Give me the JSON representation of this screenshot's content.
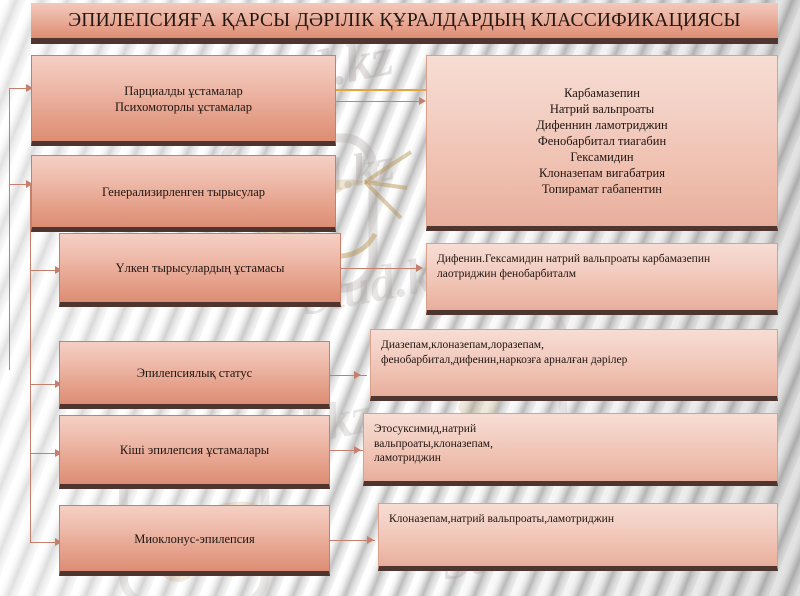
{
  "slide": {
    "title": "ЭПИЛЕПСИЯҒА ҚАРСЫ ДӘРІЛІК ҚҰРАЛДАРДЫҢ КЛАССИФИКАЦИЯСЫ",
    "watermark": {
      "line1": "Stud.kz",
      "line2": "kz - Stud.kz",
      "line3": "Stud.kz",
      "line4": "Stud.kz",
      "line5": "Stud.kz"
    },
    "colors": {
      "box_top": "#f5cfc4",
      "box_bottom": "#dd8d74",
      "box_base_border": "#4f3530",
      "connector": "#c4806c",
      "accent_orange": "#e8a33a",
      "title_text": "#231712"
    }
  },
  "conditions": [
    {
      "id": "partial-seizures",
      "label": "Парциалды ұстамалар\nПсихомоторлы ұстамалар"
    },
    {
      "id": "generalized-seizures",
      "label": "Генерализирленген тырысулар"
    },
    {
      "id": "grand-mal",
      "label": "Үлкен тырысулардың ұстамасы"
    },
    {
      "id": "status-epilepticus",
      "label": "Эпилепсиялық статус"
    },
    {
      "id": "petit-mal",
      "label": "Кіші эпилепсия ұстамалары"
    },
    {
      "id": "myoclonus-epilepsy",
      "label": "Миоклонус-эпилепсия"
    }
  ],
  "treatments": [
    {
      "id": "drugs-partial-generalized",
      "label": "Карбамазепин\nНатрий вальпроаты\nДифеннин ламотриджин\nФенобарбитал тиагабин\nГексамидин\nКлоназепам вигабатрия\nТопирамат габапентин"
    },
    {
      "id": "drugs-grand-mal",
      "label": "Дифенин.Гексамидин натрий вальпроаты карбамазепин\nлаотриджин фенобарбиталм"
    },
    {
      "id": "drugs-status-epilepticus",
      "label": "Диазепам,клоназепам,лоразепам,\nфенобарбитал,дифенин,наркозға арналған дәрілер"
    },
    {
      "id": "drugs-petit-mal",
      "label": "Этосуксимид,натрий\nвальпроаты,клоназепам,\nламотриджин"
    },
    {
      "id": "drugs-myoclonus",
      "label": "Клоназепам,натрий вальпроаты,ламотриджин"
    }
  ]
}
